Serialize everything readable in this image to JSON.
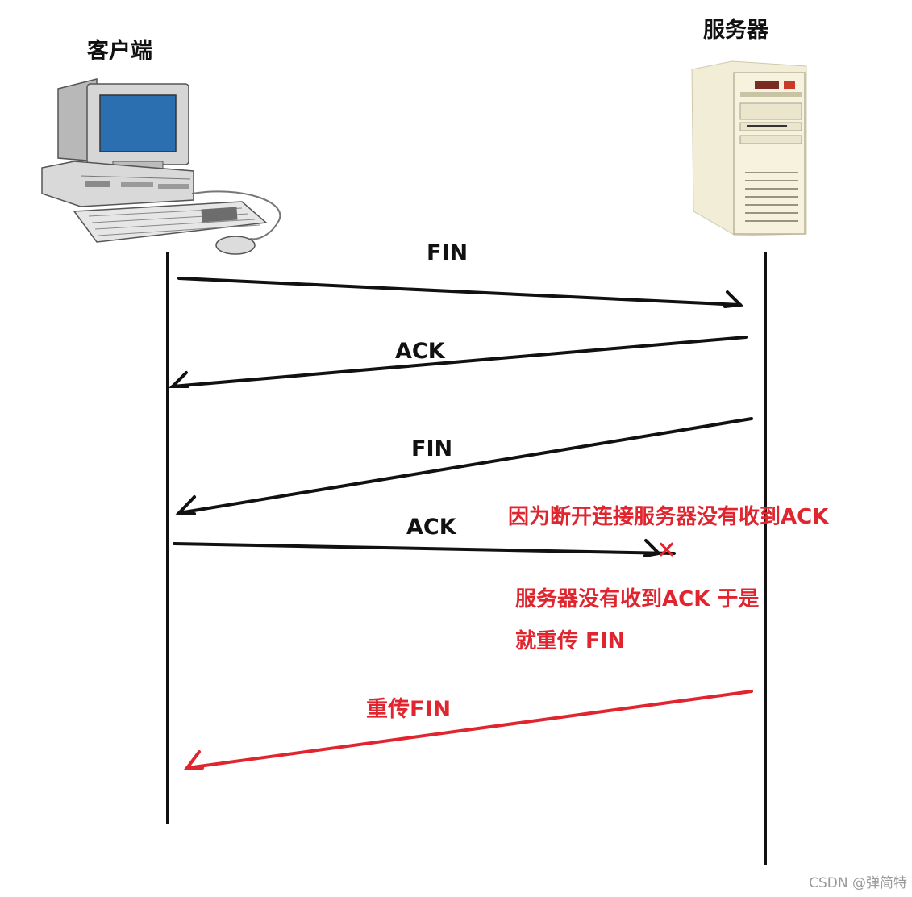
{
  "actors": {
    "client": "客户端",
    "server": "服务器"
  },
  "messages": [
    {
      "label": "FIN",
      "color": "#111111"
    },
    {
      "label": "ACK",
      "color": "#111111"
    },
    {
      "label": "FIN",
      "color": "#111111"
    },
    {
      "label": "ACK",
      "color": "#111111"
    },
    {
      "label": "重传FIN",
      "color": "#e1252f"
    }
  ],
  "notes": {
    "lost_ack": "因为断开连接服务器没有收到ACK",
    "retransmit_line1": "服务器没有收到ACK 于是",
    "retransmit_line2": "就重传 FIN"
  },
  "lost_mark": "✕",
  "watermark": "CSDN @弹简特",
  "icons": {
    "client": "desktop-computer-icon",
    "server": "server-tower-icon"
  },
  "colors": {
    "line": "#111111",
    "accent": "#e1252f"
  }
}
